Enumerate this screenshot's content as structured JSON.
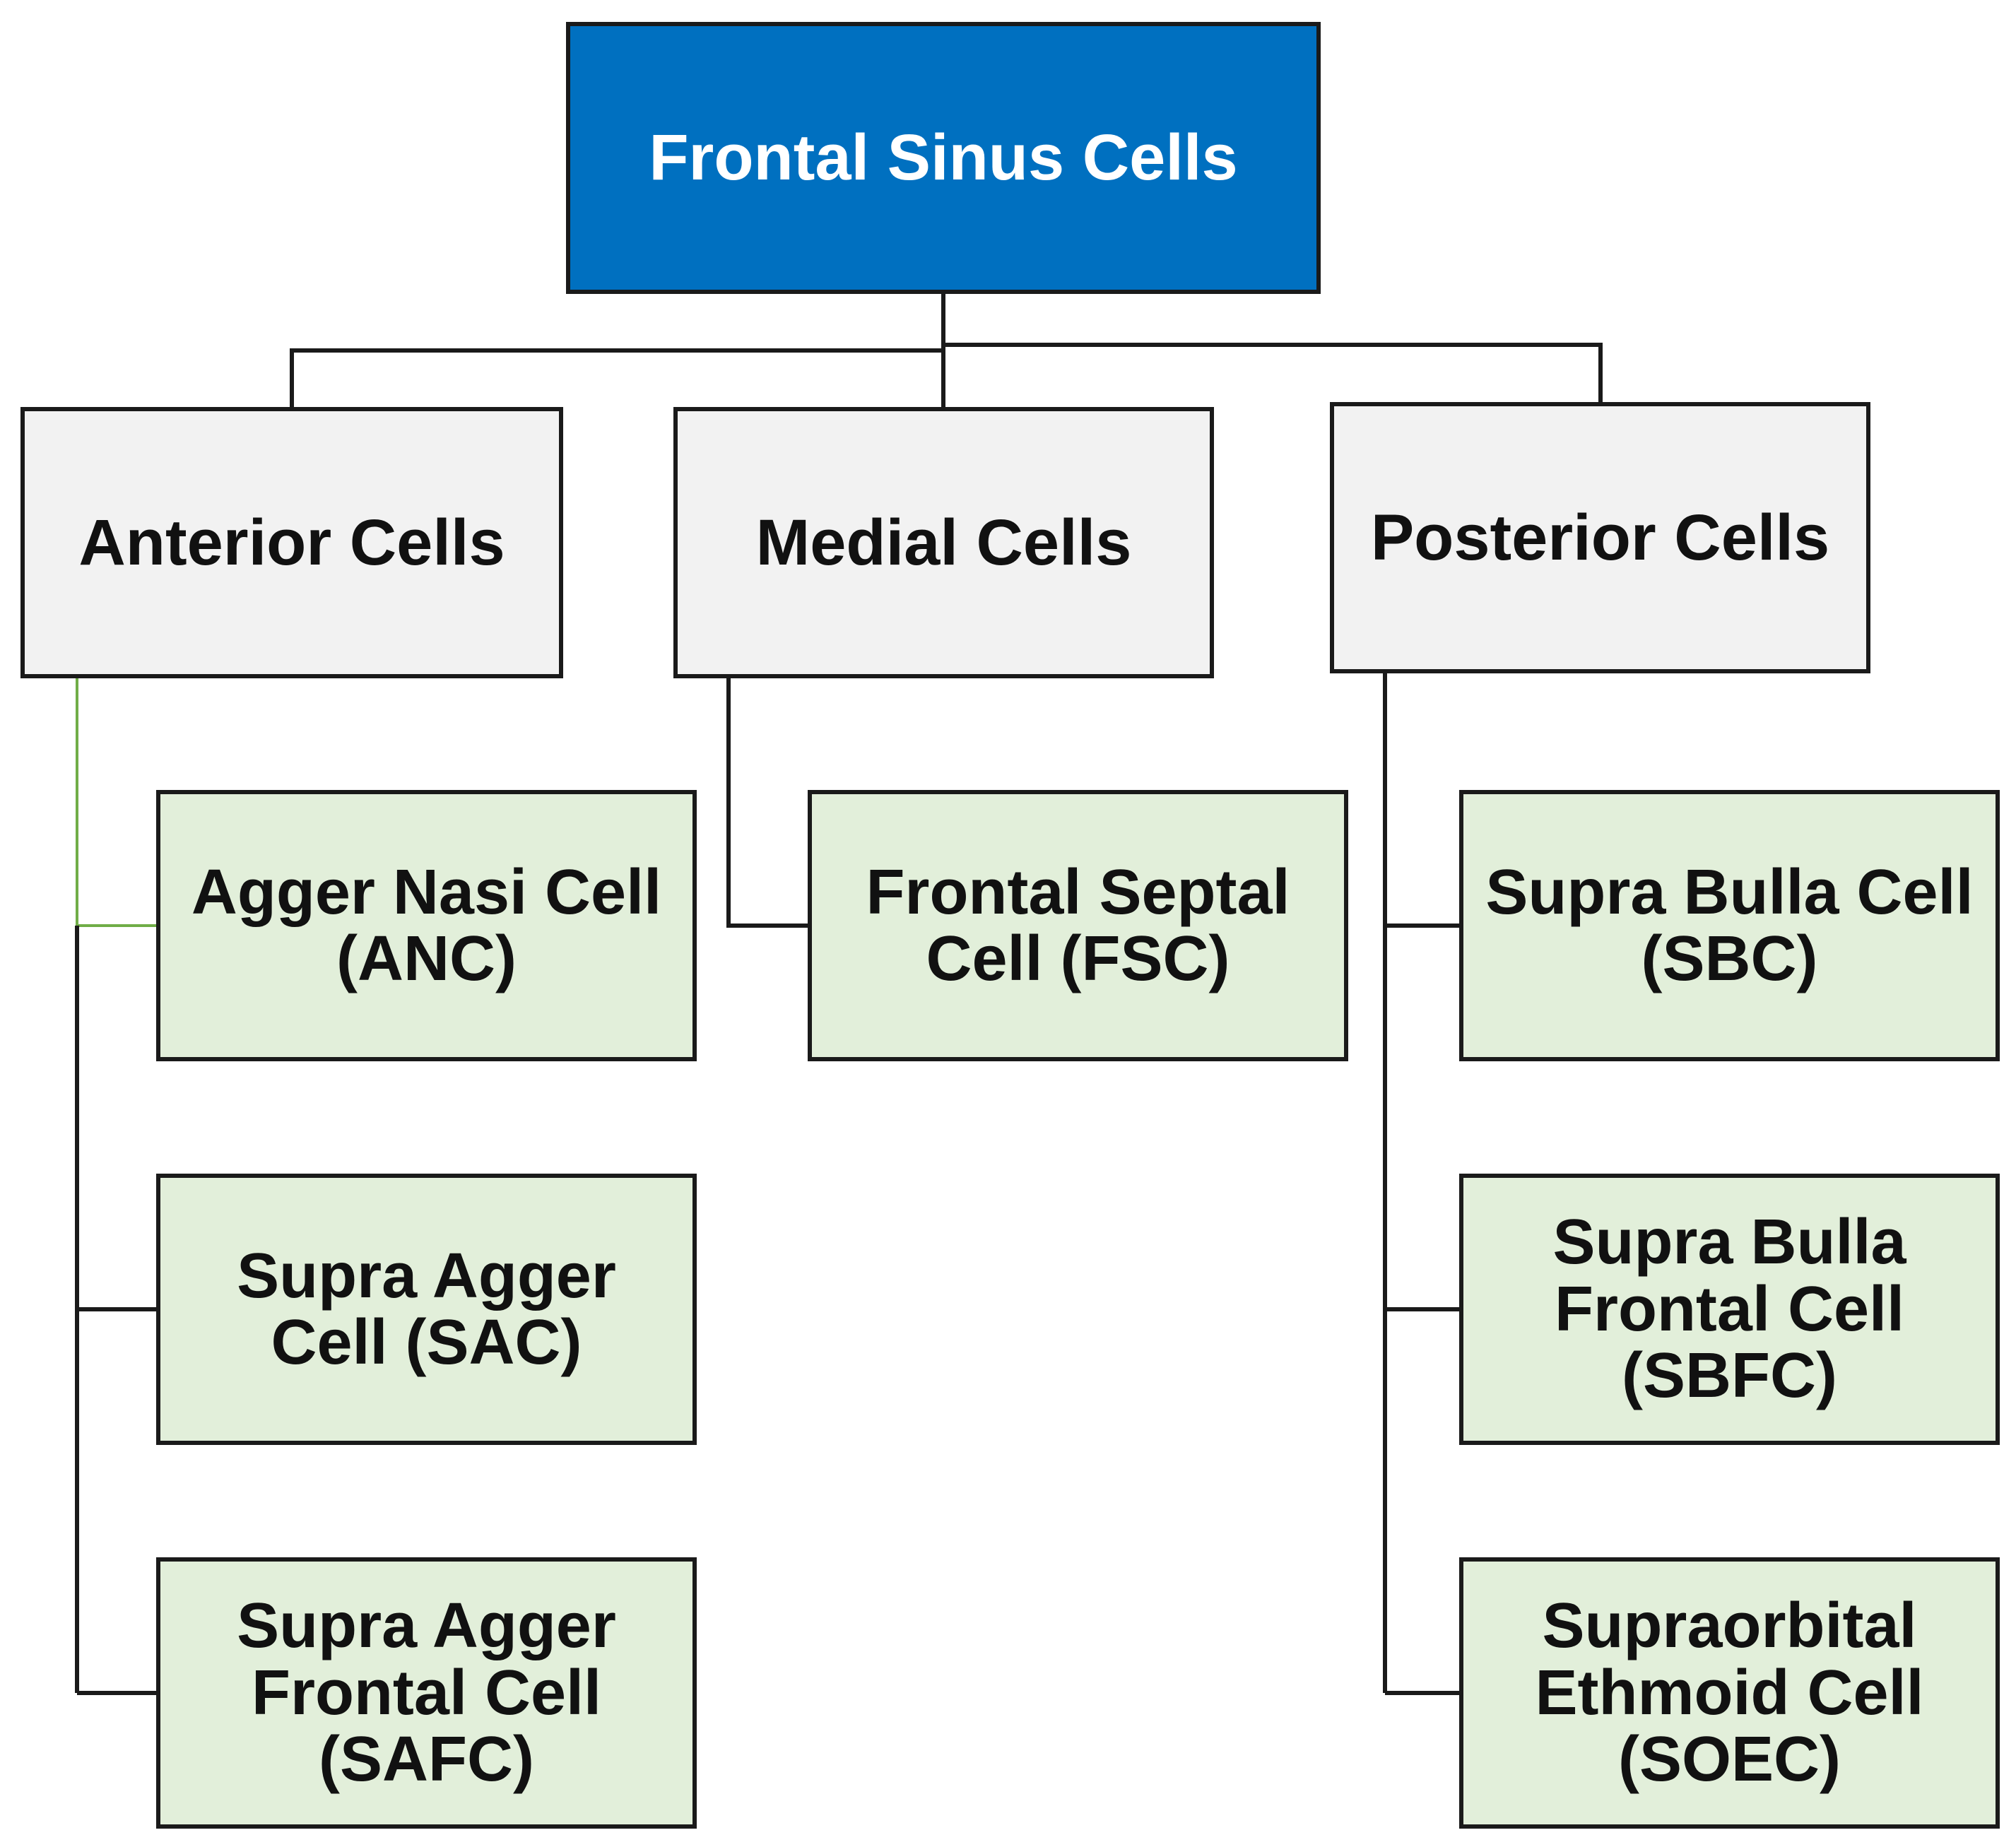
{
  "diagram": {
    "root": {
      "label": "Frontal Sinus Cells",
      "color": "#0070c0"
    },
    "categories": [
      {
        "label": "Anterior Cells",
        "cells": [
          {
            "label": "Agger Nasi Cell\n(ANC)"
          },
          {
            "label": "Supra Agger\nCell (SAC)"
          },
          {
            "label": "Supra Agger\nFrontal Cell\n(SAFC)"
          }
        ]
      },
      {
        "label": "Medial Cells",
        "cells": [
          {
            "label": "Frontal Septal\nCell (FSC)"
          }
        ]
      },
      {
        "label": "Posterior Cells",
        "cells": [
          {
            "label": "Supra Bulla Cell\n(SBC)"
          },
          {
            "label": "Supra Bulla\nFrontal Cell\n(SBFC)"
          },
          {
            "label": "Supraorbital\nEthmoid Cell\n(SOEC)"
          }
        ]
      }
    ],
    "colors": {
      "category_fill": "#f2f2f2",
      "cell_fill": "#e2efda",
      "connector": "#1a1a1a",
      "connector_highlight": "#70ad47"
    }
  }
}
